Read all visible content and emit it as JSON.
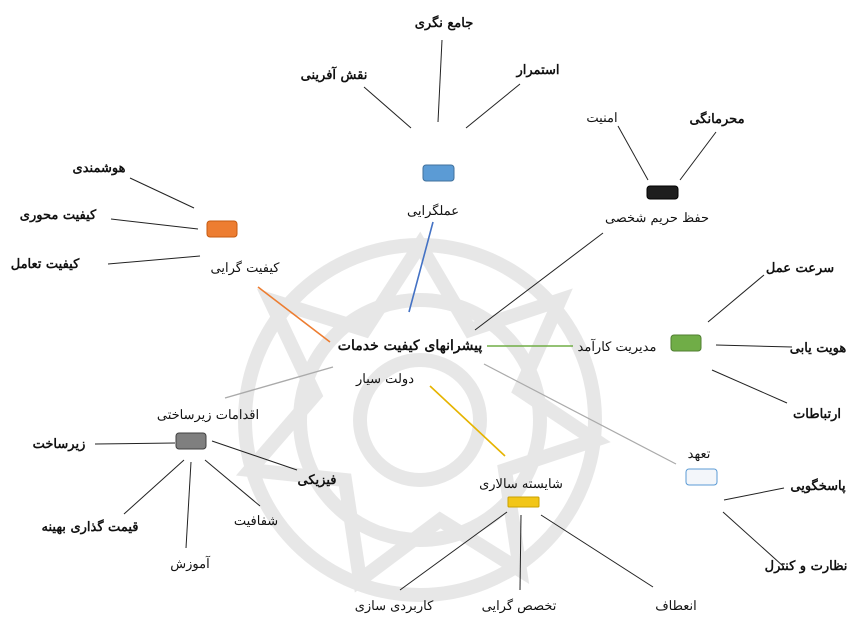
{
  "center": {
    "label": "پیشرانهای کیفیت خدمات"
  },
  "hubs": {
    "amalgaraei": {
      "label": "عملگرایی",
      "color": "#5b9bd5",
      "children": {
        "jame_negari": "جامع نگری",
        "naqsh_afarini": "نقش آفرینی",
        "estemrar": "استمرار"
      }
    },
    "harim": {
      "label": "حفظ حریم شخصی",
      "color": "#1e1e1e",
      "children": {
        "amniat": "امنیت",
        "mahramanegi": "محرمانگی"
      }
    },
    "keyfiat": {
      "label": "کیفیت گرایی",
      "color": "#ed7d31",
      "children": {
        "hoshmandi": "هوشمندی",
        "keyfiat_mehvari": "کیفیت محوری",
        "keyfiat_taamol": "کیفیت تعامل"
      }
    },
    "modiriat": {
      "label": "مدیریت کارآمد",
      "color": "#70ad47",
      "children": {
        "sorat_amal": "سرعت عمل",
        "hoviat_yabi": "هویت یابی",
        "ertebatat": "ارتباطات"
      }
    },
    "eqdamat": {
      "label": "اقدامات زیرساختی",
      "color": "#7f7f7f",
      "children": {
        "zirsakht": "زیرساخت",
        "fiziki": "فیزیکی",
        "shafafiat": "شفافیت",
        "amuzesh": "آموزش",
        "qeimat": "قیمت گذاری بهینه"
      }
    },
    "shayeste": {
      "label": "شایسته سالاری",
      "color": "#f2c618",
      "children": {
        "karbordi": "کاربردی سازی",
        "takhassos": "تخصص گرایی",
        "enetaf": "انعطاف"
      }
    },
    "taahod": {
      "label": "تعهد",
      "color": "#f3f6fa",
      "children": {
        "pasokhguyi": "پاسخگویی",
        "nezarat": "نظارت و کنترل"
      }
    }
  },
  "dolat_sayar": "دولت سیار"
}
